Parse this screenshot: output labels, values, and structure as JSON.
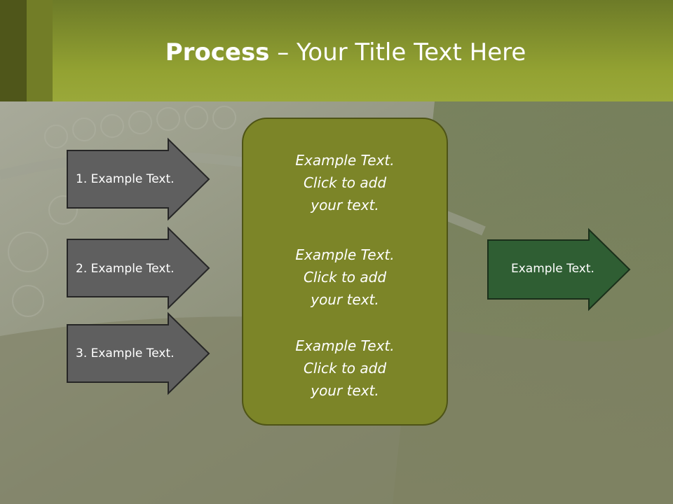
{
  "slide": {
    "title_bold": "Process",
    "title_rest": " – Your Title Text Here",
    "inputs": [
      {
        "label": "1. Example Text."
      },
      {
        "label": "2. Example Text."
      },
      {
        "label": "3. Example Text."
      }
    ],
    "center_blocks": [
      {
        "line1": "Example Text.",
        "line2": "Click  to add",
        "line3": "your text."
      },
      {
        "line1": "Example Text.",
        "line2": "Click  to add",
        "line3": "your text."
      },
      {
        "line1": "Example Text.",
        "line2": "Click  to add",
        "line3": "your text."
      }
    ],
    "output": {
      "label": "Example Text."
    }
  },
  "colors": {
    "header_green": "#93a232",
    "input_arrow": "#5f5f5f",
    "center_box": "#7c8528",
    "output_arrow": "#2f5e33"
  }
}
